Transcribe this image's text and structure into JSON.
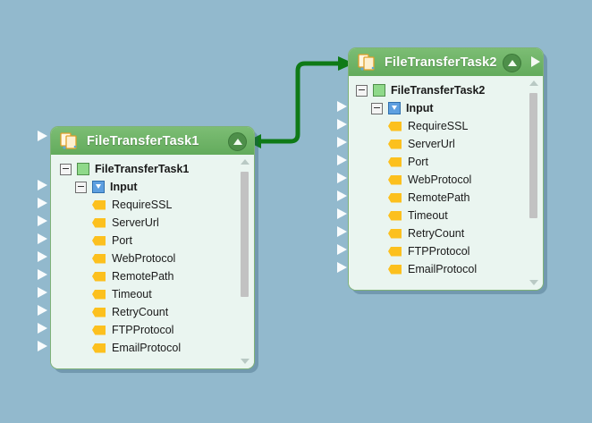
{
  "diagram": {
    "type": "dataflow-graph",
    "background_color": "#92b9cd",
    "connector": {
      "name": "task1-to-task2-link",
      "color": "#0f7a17",
      "from": "FileTransferTask1",
      "to": "FileTransferTask2"
    }
  },
  "nodes": [
    {
      "id": "node-filetransfertask1",
      "title": "FileTransferTask1",
      "header_color": "#6fb568",
      "body_color": "#eaf5f0",
      "icon": "file-transfer-icon",
      "collapse_icon": "chevron-up-icon",
      "output_arrow_icon": "output-port-icon",
      "tree": {
        "root": {
          "label": "FileTransferTask1",
          "icon": "green-square-icon",
          "toggle": "collapse-box-icon"
        },
        "group": {
          "label": "Input",
          "icon": "input-arrow-icon",
          "toggle": "collapse-box-icon"
        },
        "fields": [
          "RequireSSL",
          "ServerUrl",
          "Port",
          "WebProtocol",
          "RemotePath",
          "Timeout",
          "RetryCount",
          "FTPProtocol",
          "EmailProtocol"
        ]
      },
      "scrollbar": {
        "up_icon": "scroll-up-icon",
        "down_icon": "scroll-down-icon"
      },
      "port_count": 11
    },
    {
      "id": "node-filetransfertask2",
      "title": "FileTransferTask2",
      "header_color": "#6fb568",
      "body_color": "#eaf5f0",
      "icon": "file-transfer-icon",
      "collapse_icon": "chevron-up-icon",
      "output_arrow_icon": "output-port-icon",
      "tree": {
        "root": {
          "label": "FileTransferTask2",
          "icon": "green-square-icon",
          "toggle": "collapse-box-icon"
        },
        "group": {
          "label": "Input",
          "icon": "input-arrow-icon",
          "toggle": "collapse-box-icon"
        },
        "fields": [
          "RequireSSL",
          "ServerUrl",
          "Port",
          "WebProtocol",
          "RemotePath",
          "Timeout",
          "RetryCount",
          "FTPProtocol",
          "EmailProtocol"
        ]
      },
      "scrollbar": {
        "up_icon": "scroll-up-icon",
        "down_icon": "scroll-down-icon"
      },
      "port_count": 11
    }
  ]
}
